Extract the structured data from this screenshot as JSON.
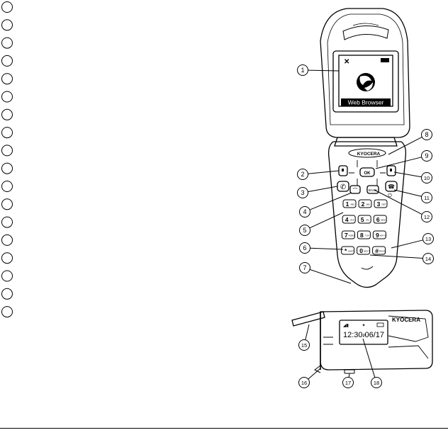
{
  "left_markers": [
    "",
    "",
    "",
    "",
    "",
    "",
    "",
    "",
    "",
    "",
    "",
    "",
    "",
    "",
    "",
    "",
    "",
    ""
  ],
  "phone_open": {
    "brand": "KYOCERA",
    "screen_label": "Web Browser",
    "ok_key": "OK",
    "keypad": [
      {
        "digit": "1",
        "letters": "ABC"
      },
      {
        "digit": "2",
        "letters": "ABC"
      },
      {
        "digit": "3",
        "letters": "DEF"
      },
      {
        "digit": "4",
        "letters": "GHI"
      },
      {
        "digit": "5",
        "letters": "JKL"
      },
      {
        "digit": "6",
        "letters": "MNO"
      },
      {
        "digit": "7",
        "letters": "PQRS"
      },
      {
        "digit": "8",
        "letters": "TUV"
      },
      {
        "digit": "9",
        "letters": "WXYZ"
      },
      {
        "digit": "*",
        "letters": "SHIFT"
      },
      {
        "digit": "0",
        "letters": "NEXT"
      },
      {
        "digit": "#",
        "letters": "SPACE"
      }
    ]
  },
  "phone_closed": {
    "brand": "KYOCERA",
    "time": "12:30",
    "time_suffix": "P",
    "date": "06/17"
  },
  "callouts": [
    "1",
    "2",
    "3",
    "4",
    "5",
    "6",
    "7",
    "8",
    "9",
    "10",
    "11",
    "12",
    "13",
    "14",
    "15",
    "16",
    "17",
    "18"
  ]
}
